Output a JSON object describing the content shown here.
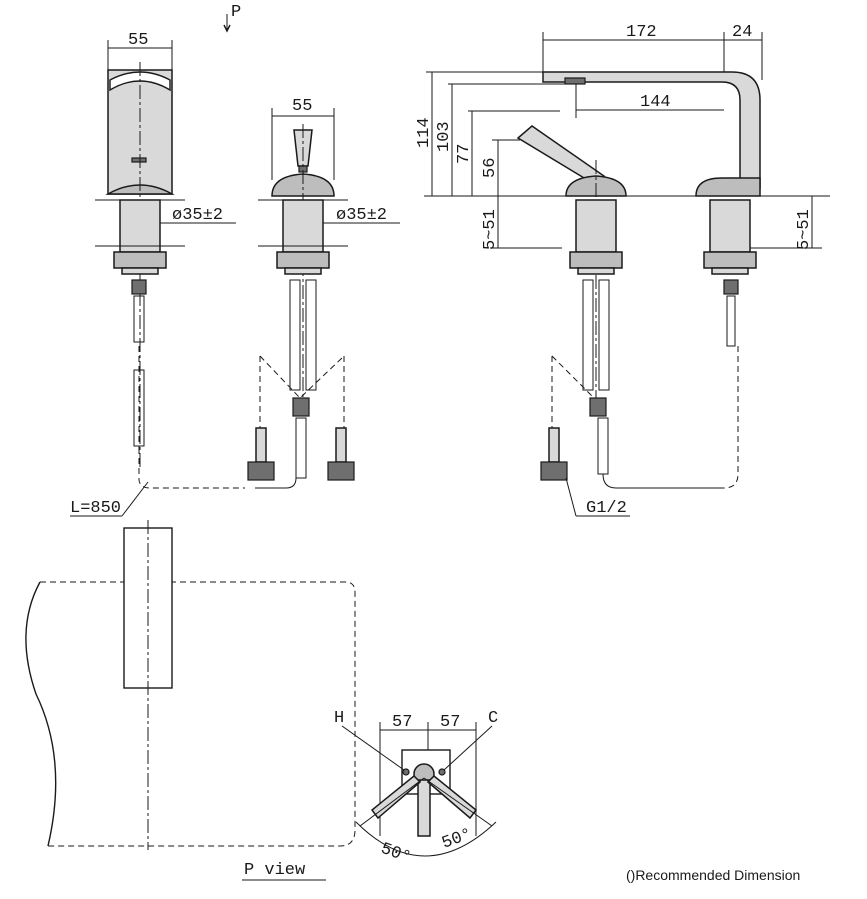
{
  "labels": {
    "view_arrow": "P",
    "dim_55_left": "55",
    "dim_55_mid": "55",
    "dia_left": "ø35±2",
    "dia_mid": "ø35±2",
    "dim_172": "172",
    "dim_24": "24",
    "dim_144": "144",
    "dim_114": "114",
    "dim_103": "103",
    "dim_77": "77",
    "dim_56": "56",
    "dim_551_left": "5~51",
    "dim_551_right": "5~51",
    "hose_length": "L=850",
    "thread": "G1/2",
    "dim_57_left": "57",
    "dim_57_right": "57",
    "hot": "H",
    "cold": "C",
    "angle_left": "50°",
    "angle_right": "50°",
    "view_title": "P view",
    "footnote": "()Recommended Dimension"
  },
  "colors": {
    "line": "#1a1a1a",
    "metal": "#d9d9d9",
    "shadow": "#6f6f6f"
  }
}
